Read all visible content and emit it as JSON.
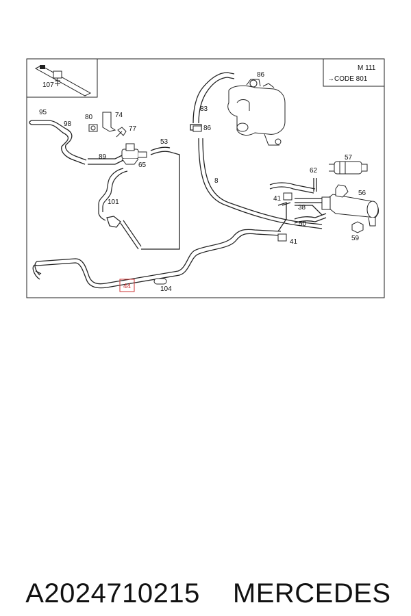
{
  "diagram": {
    "header": {
      "engine": "M 111",
      "code": "→CODE 801"
    },
    "callouts": {
      "c107": "107",
      "c86a": "86",
      "c83": "83",
      "c86b": "86",
      "c95": "95",
      "c98": "98",
      "c80": "80",
      "c74": "74",
      "c77": "77",
      "c89": "89",
      "c53": "53",
      "c65": "65",
      "c101": "101",
      "c8": "8",
      "c57": "57",
      "c62": "62",
      "c56": "56",
      "c41a": "41",
      "c38": "38",
      "c50": "50",
      "c41b": "41",
      "c59": "59",
      "c44": "44",
      "c104": "104"
    },
    "highlighted_part": "44"
  },
  "footer": {
    "part_number": "A2024710215",
    "brand": "MERCEDES"
  }
}
